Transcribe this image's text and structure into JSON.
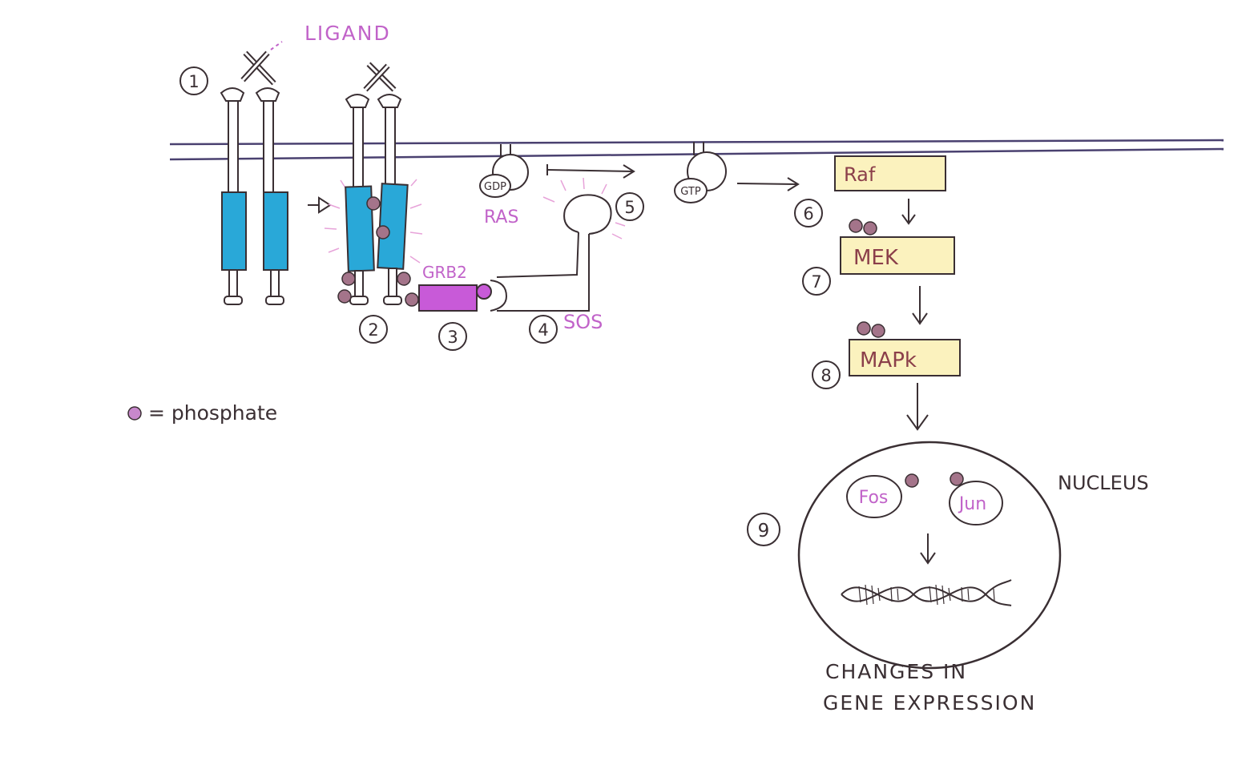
{
  "labels": {
    "ligand": "LIGAND",
    "ras": "RAS",
    "gdp": "GDP",
    "gtp": "GTP",
    "grb2": "GRB2",
    "sos": "SOS",
    "raf": "Raf",
    "mek": "MEK",
    "mapk": "MAPk",
    "fos": "Fos",
    "jun": "Jun",
    "nucleus": "NUCLEUS",
    "changes_line1": "CHANGES IN",
    "changes_line2": "GENE EXPRESSION",
    "legend_text": "= phosphate"
  },
  "steps": [
    "1",
    "2",
    "3",
    "4",
    "5",
    "6",
    "7",
    "8",
    "9"
  ],
  "colors": {
    "ink": "#3a2f33",
    "membrane": "#4a4170",
    "receptor_blue": "#29a8d8",
    "phosphate": "#a4748a",
    "grb2": "#c85ad8",
    "pink_label": "#c163c9",
    "kinase_box": "#fbf2be",
    "kinase_text": "#8b3f4a",
    "glow": "#e7a3d9"
  }
}
